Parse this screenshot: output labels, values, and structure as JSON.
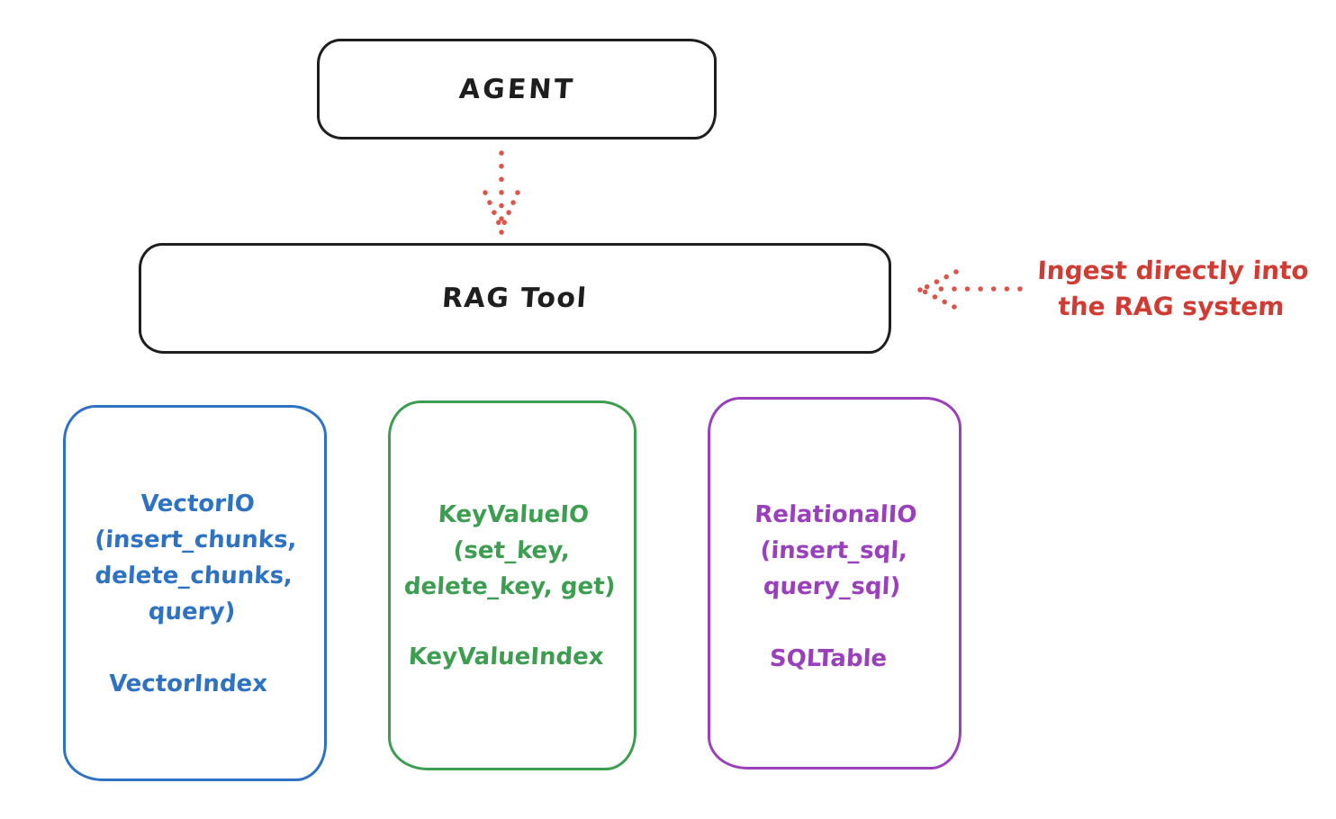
{
  "colors": {
    "ink": "#1e1e1e",
    "red": "#d03c33",
    "red-arrow": "#dd544a",
    "blue": "#2e72c3",
    "green": "#3d9e51",
    "purple": "#9a40bd"
  },
  "agent": {
    "label": "AGENT"
  },
  "rag": {
    "label": "RAG Tool"
  },
  "annotation": {
    "line1": "Ingest directly into",
    "line2": "the RAG system"
  },
  "io_boxes": [
    {
      "name": "vector-io",
      "color": "#2e72c3",
      "lines": [
        "VectorIO",
        "(insert_chunks,",
        "delete_chunks,",
        "query)"
      ],
      "footer": "VectorIndex"
    },
    {
      "name": "keyvalue-io",
      "color": "#3d9e51",
      "lines": [
        "KeyValueIO",
        "(set_key,",
        "delete_key, get)"
      ],
      "footer": "KeyValueIndex"
    },
    {
      "name": "relational-io",
      "color": "#9a40bd",
      "lines": [
        "RelationalIO",
        "(insert_sql,",
        "query_sql)"
      ],
      "footer": "SQLTable"
    }
  ]
}
